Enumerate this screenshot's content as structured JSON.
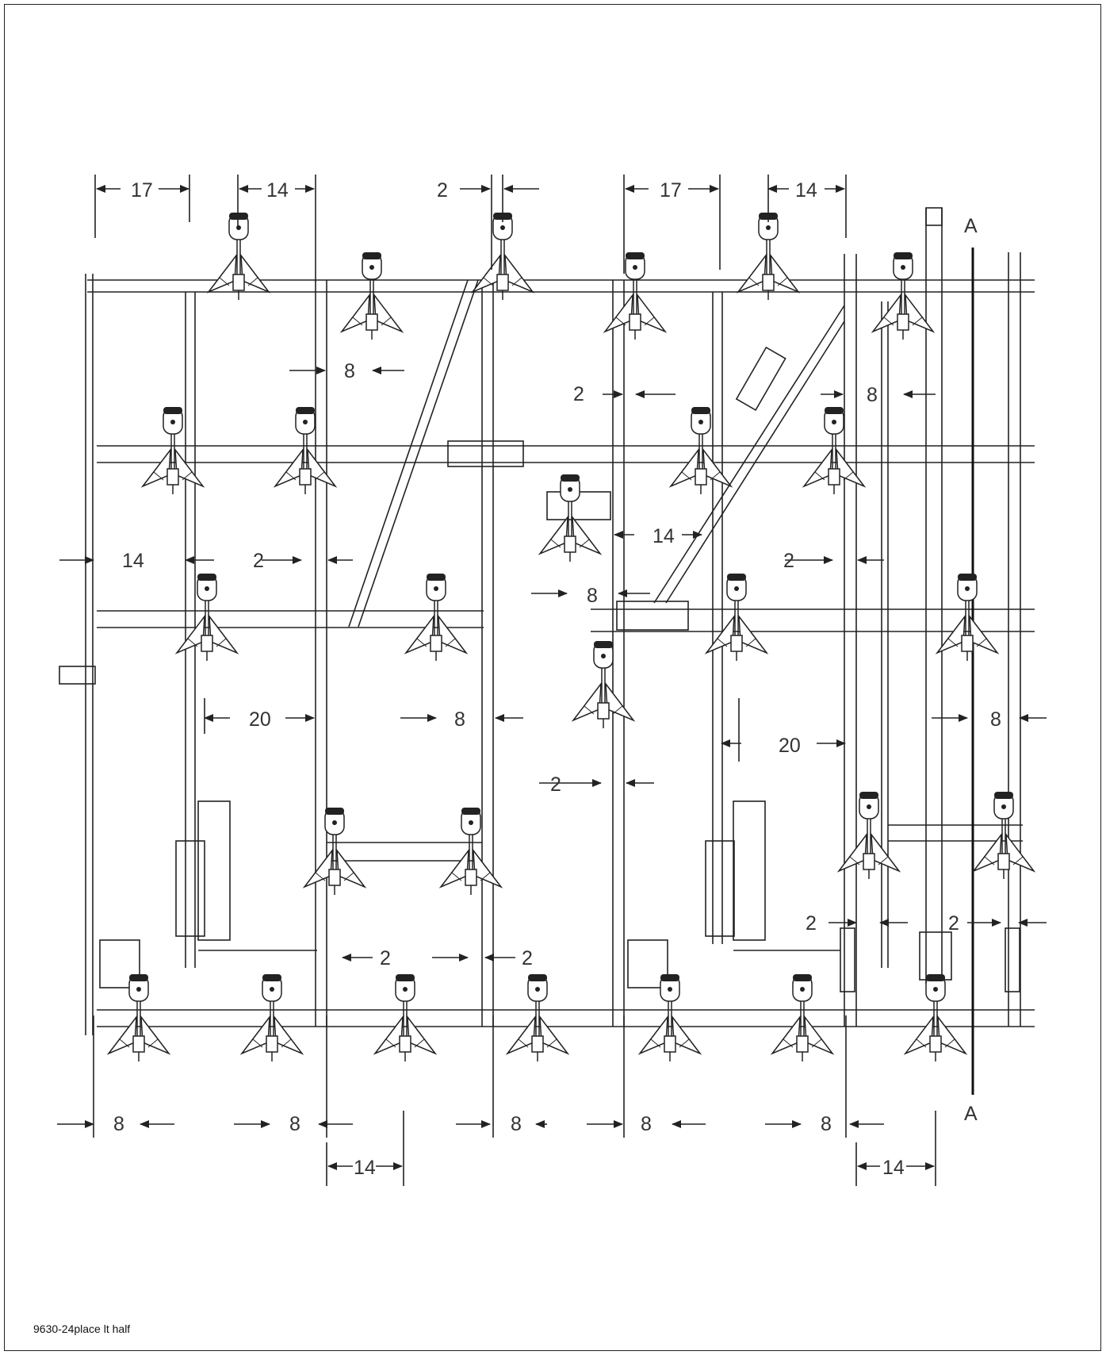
{
  "drawing": {
    "caption": "9630-24place lt half",
    "section_marker": "A",
    "line_color": "#222222",
    "top_dimensions": [
      "17",
      "14",
      "2",
      "17",
      "14"
    ],
    "upper_dimensions": [
      "8",
      "2",
      "8",
      "8"
    ],
    "middle_dimensions": [
      "14",
      "2",
      "14",
      "2",
      "20",
      "8",
      "20",
      "8",
      "2"
    ],
    "lower_dimensions": [
      "2",
      "2",
      "2",
      "2"
    ],
    "bottom_dimensions": [
      "8",
      "8",
      "8",
      "8",
      "8",
      "14",
      "14"
    ]
  }
}
